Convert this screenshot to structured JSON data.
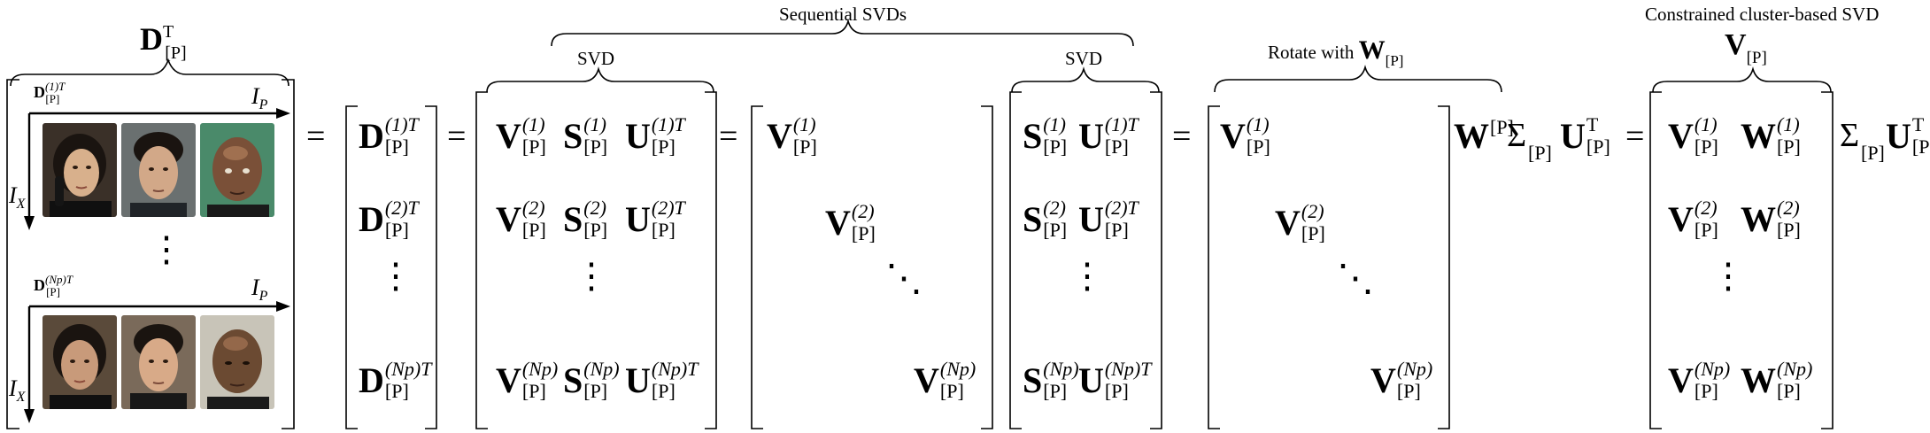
{
  "captions": {
    "sequential_svds": "Sequential SVDs",
    "svd_left": "SVD",
    "svd_right": "SVD",
    "rotate_with": "Rotate with",
    "rotate_symbol": "W",
    "constrained": "Constrained cluster-based SVD",
    "constrained_symbol": "V"
  },
  "symbols": {
    "D": "D",
    "V": "V",
    "S": "S",
    "U": "U",
    "W": "W",
    "Sigma": "Σ",
    "T": "T",
    "sub_P": "[P]",
    "sup_1": "(1)",
    "sup_2": "(2)",
    "sup_Np": "(Np)",
    "sup_1T": "(1)T",
    "sup_2T": "(2)T",
    "sup_NpT": "(Np)T",
    "equals": "=",
    "vdots": "⋮",
    "ddots": "⋱"
  },
  "axes": {
    "ip": "I",
    "ip_sub": "P",
    "ix": "I",
    "ix_sub": "X"
  },
  "faces": {
    "row1": [
      "woman-face",
      "man-face",
      "bald-man-face"
    ],
    "row2": [
      "woman-face",
      "man-face",
      "bald-man-face"
    ]
  },
  "colors": {
    "ink": "#000000",
    "background": "#ffffff",
    "skin_light": "#d8b08c",
    "skin_dark": "#6b4a32",
    "hair_dark": "#1a1410",
    "photo_bg": "#3a3028"
  }
}
